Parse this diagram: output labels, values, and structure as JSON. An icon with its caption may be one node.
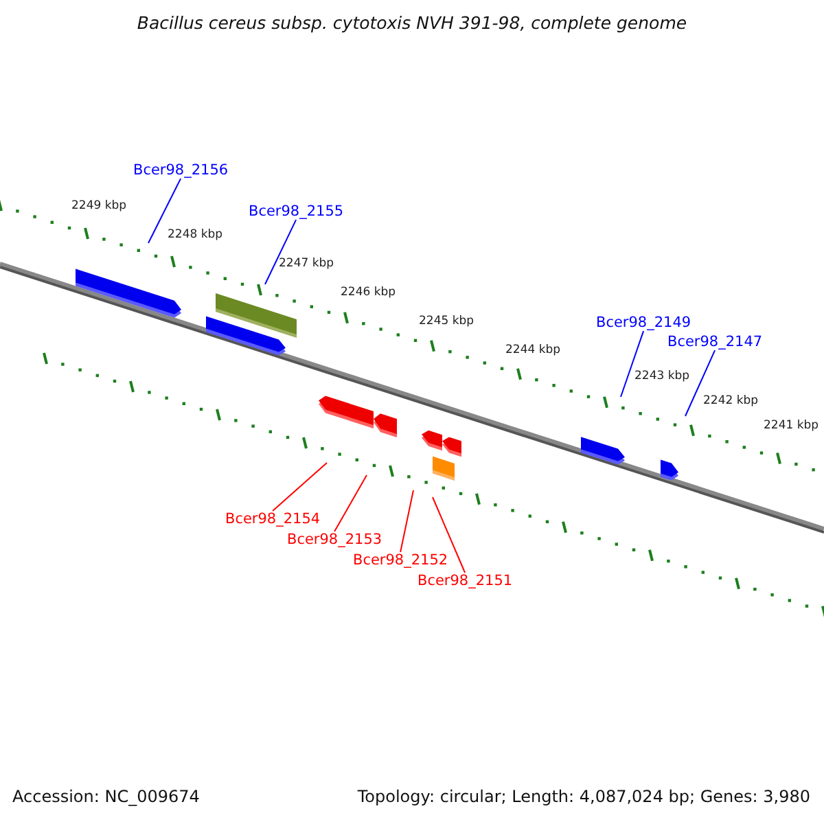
{
  "diagram": {
    "title": "Bacillus cereus subsp. cytotoxis NVH 391-98, complete genome",
    "nodes": [
      {
        "text": [
          "Bcer98_2156"
        ]
      },
      {
        "text": [
          "Bcer98_2155"
        ]
      },
      {
        "text": [
          "Bcer98_2149"
        ]
      },
      {
        "text": [
          "Bcer98_2147"
        ]
      },
      {
        "text": [
          "Bcer98_2154"
        ]
      },
      {
        "text": [
          "Bcer98_2153"
        ]
      },
      {
        "text": [
          "Bcer98_2152"
        ]
      },
      {
        "text": [
          "Bcer98_2151"
        ]
      }
    ],
    "edges": [
      {
        "from": 0,
        "to": null,
        "arrow": "none",
        "color": "#0000ff"
      },
      {
        "from": 1,
        "to": null,
        "arrow": "none",
        "color": "#0000ff"
      },
      {
        "from": 2,
        "to": null,
        "arrow": "none",
        "color": "#0000ff"
      },
      {
        "from": 3,
        "to": null,
        "arrow": "none",
        "color": "#0000ff"
      },
      {
        "from": 4,
        "to": null,
        "arrow": "none",
        "color": "#ff0000"
      },
      {
        "from": 5,
        "to": null,
        "arrow": "none",
        "color": "#ff0000"
      },
      {
        "from": 6,
        "to": null,
        "arrow": "none",
        "color": "#ff0000"
      },
      {
        "from": 7,
        "to": null,
        "arrow": "none",
        "color": "#ff0000"
      }
    ],
    "labels": [
      "2249 kbp",
      "2248 kbp",
      "2247 kbp",
      "2246 kbp",
      "2245 kbp",
      "2244 kbp",
      "2243 kbp",
      "2242 kbp",
      "2241 kbp",
      "Accession: NC_009674",
      "Topology: circular; Length: 4,087,024 bp; Genes: 3,980"
    ]
  }
}
